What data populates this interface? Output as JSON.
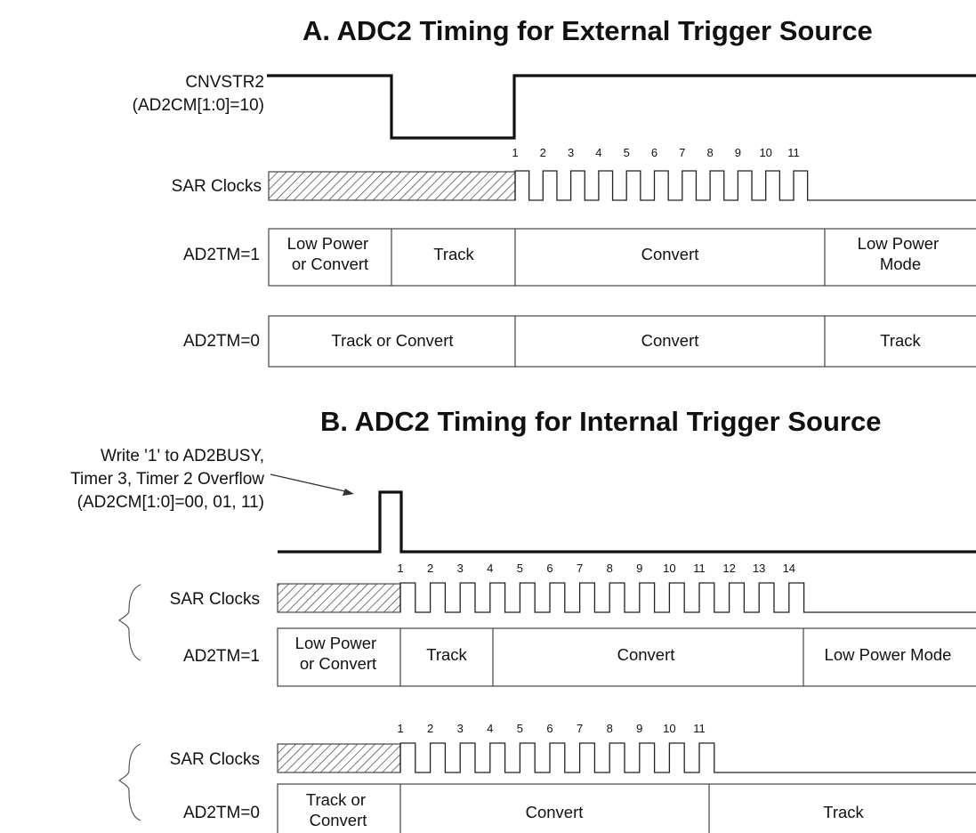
{
  "sectionA": {
    "title": "A. ADC2 Timing for External Trigger Source",
    "cnvstr_label": "CNVSTR2",
    "cnvstr_sublabel": "(AD2CM[1:0]=10)",
    "sar_label": "SAR Clocks",
    "clock_numbers": [
      "1",
      "2",
      "3",
      "4",
      "5",
      "6",
      "7",
      "8",
      "9",
      "10",
      "11"
    ],
    "tm1_label": "AD2TM=1",
    "tm1_segments": [
      {
        "lines": [
          "Low Power",
          "or Convert"
        ]
      },
      {
        "lines": [
          "Track"
        ]
      },
      {
        "lines": [
          "Convert"
        ]
      },
      {
        "lines": [
          "Low Power",
          "Mode"
        ]
      }
    ],
    "tm0_label": "AD2TM=0",
    "tm0_segments": [
      {
        "lines": [
          "Track or Convert"
        ]
      },
      {
        "lines": [
          "Convert"
        ]
      },
      {
        "lines": [
          "Track"
        ]
      }
    ]
  },
  "sectionB": {
    "title": "B. ADC2 Timing for Internal Trigger Source",
    "trigger_label_1": "Write '1' to AD2BUSY,",
    "trigger_label_2": "Timer 3, Timer 2  Overflow",
    "trigger_label_3": "(AD2CM[1:0]=00, 01, 11)",
    "group1": {
      "sar_label": "SAR Clocks",
      "clock_numbers": [
        "1",
        "2",
        "3",
        "4",
        "5",
        "6",
        "7",
        "8",
        "9",
        "10",
        "11",
        "12",
        "13",
        "14"
      ],
      "tm_label": "AD2TM=1",
      "segments": [
        {
          "lines": [
            "Low Power",
            "or Convert"
          ]
        },
        {
          "lines": [
            "Track"
          ]
        },
        {
          "lines": [
            "Convert"
          ]
        },
        {
          "lines": [
            "Low Power Mode"
          ]
        }
      ]
    },
    "group2": {
      "sar_label": "SAR Clocks",
      "clock_numbers": [
        "1",
        "2",
        "3",
        "4",
        "5",
        "6",
        "7",
        "8",
        "9",
        "10",
        "11"
      ],
      "tm_label": "AD2TM=0",
      "segments": [
        {
          "lines": [
            "Track or",
            "Convert"
          ]
        },
        {
          "lines": [
            "Convert"
          ]
        },
        {
          "lines": [
            "Track"
          ]
        }
      ]
    }
  }
}
